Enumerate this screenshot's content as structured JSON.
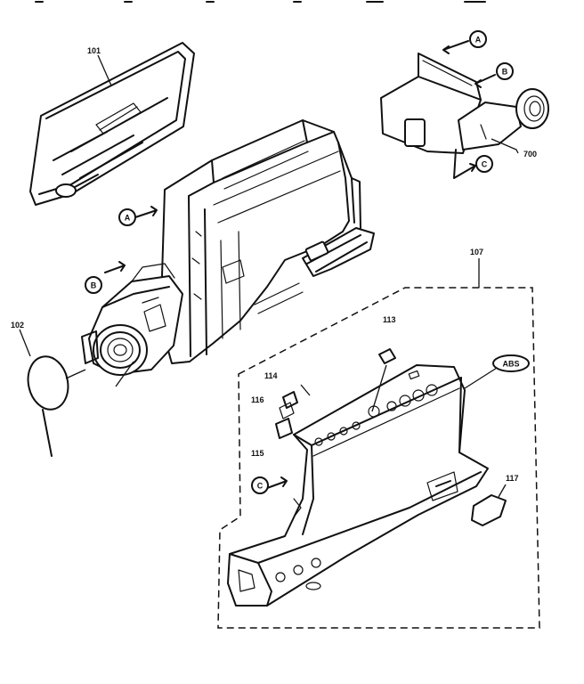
{
  "labels": {
    "p101": "101",
    "p102": "102",
    "p107": "107",
    "p113": "113",
    "p114": "114",
    "p115": "115",
    "p116": "116",
    "p117": "117",
    "p700": "700",
    "abs": "ABS"
  },
  "refs": {
    "a": "A",
    "b": "B",
    "c": "C"
  }
}
